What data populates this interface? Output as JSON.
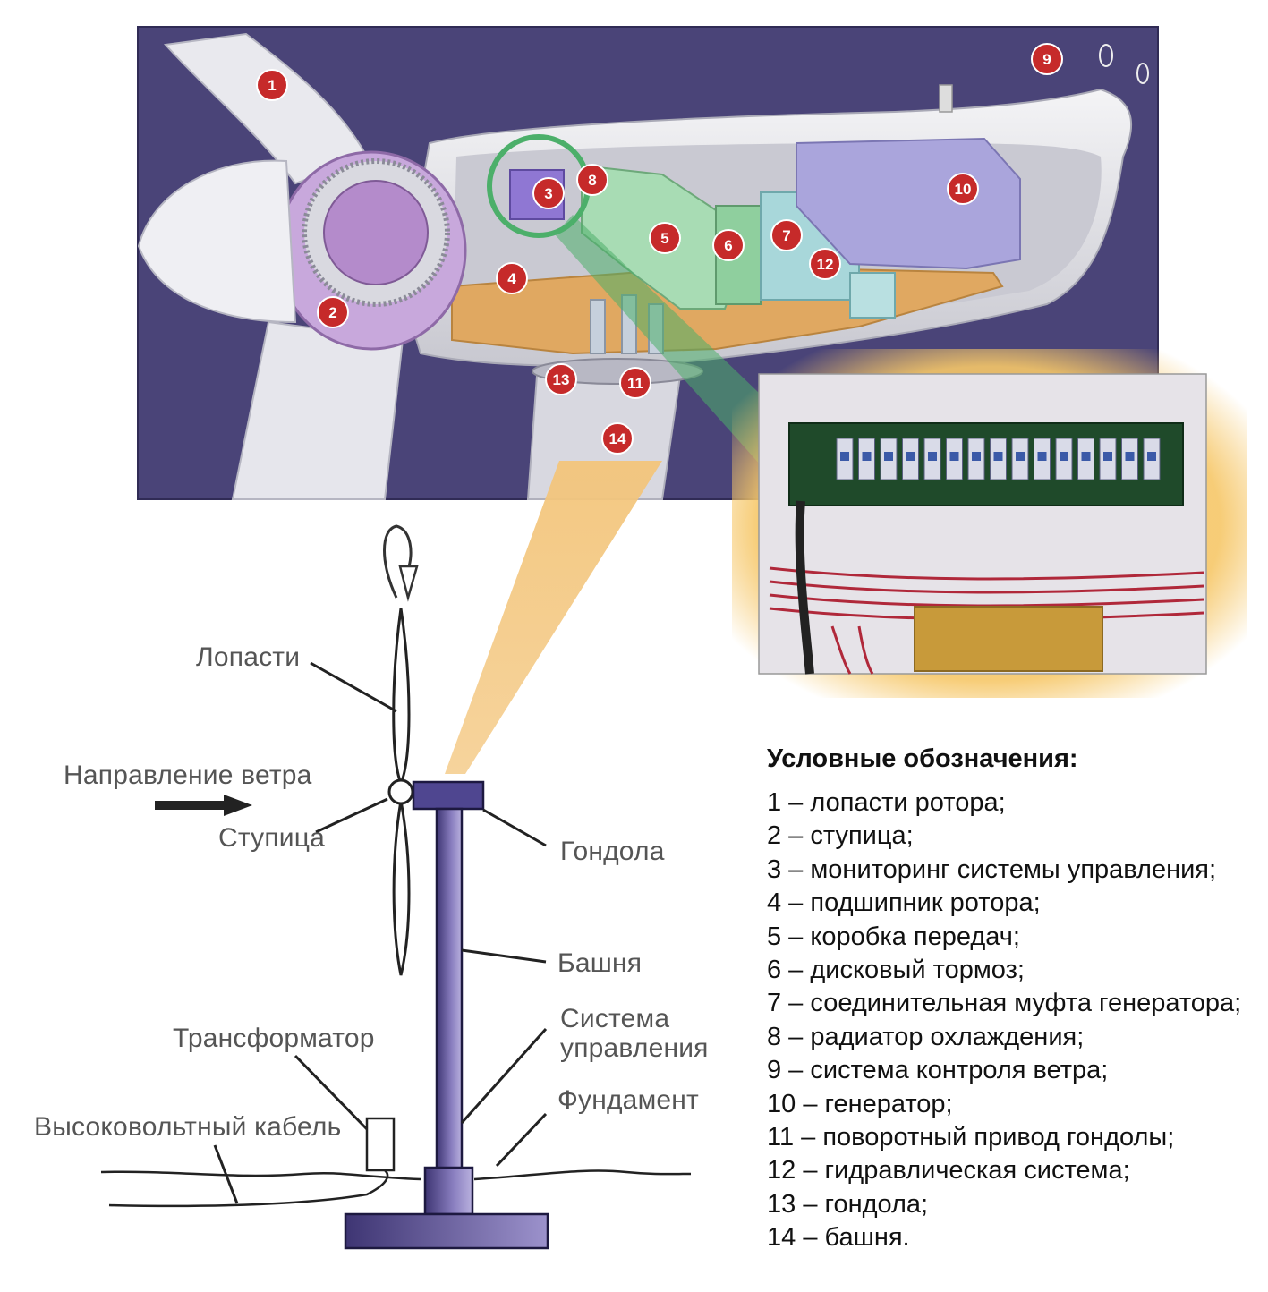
{
  "callouts": [
    "1",
    "2",
    "3",
    "4",
    "5",
    "6",
    "7",
    "8",
    "9",
    "10",
    "11",
    "12",
    "13",
    "14"
  ],
  "labels": {
    "blades": "Лопасти",
    "wind_direction": "Направление ветра",
    "hub": "Ступица",
    "nacelle": "Гондола",
    "tower": "Башня",
    "control_system_line1": "Система",
    "control_system_line2": "управления",
    "transformer": "Трансформатор",
    "foundation": "Фундамент",
    "hv_cable": "Высоковольтный кабель"
  },
  "legend": {
    "title": "Условные обозначения:",
    "items": [
      "1 – лопасти ротора;",
      "2 – ступица;",
      "3 – мониторинг системы управления;",
      "4 – подшипник ротора;",
      "5 – коробка передач;",
      "6 – дисковый тормоз;",
      "7 – соединительная муфта генератора;",
      "8 – радиатор охлаждения;",
      "9 – система контроля ветра;",
      "10 – генератор;",
      "11 – поворотный привод гондолы;",
      "12 – гидравлическая система;",
      "13 – гондола;",
      "14 – башня."
    ]
  },
  "colors": {
    "background_panel": "#4a4478",
    "tower_fill": "#4f4690",
    "badge_red": "#c62a2a",
    "highlight_green": "#4caf6a",
    "glow_orange": "#f3c46a"
  }
}
